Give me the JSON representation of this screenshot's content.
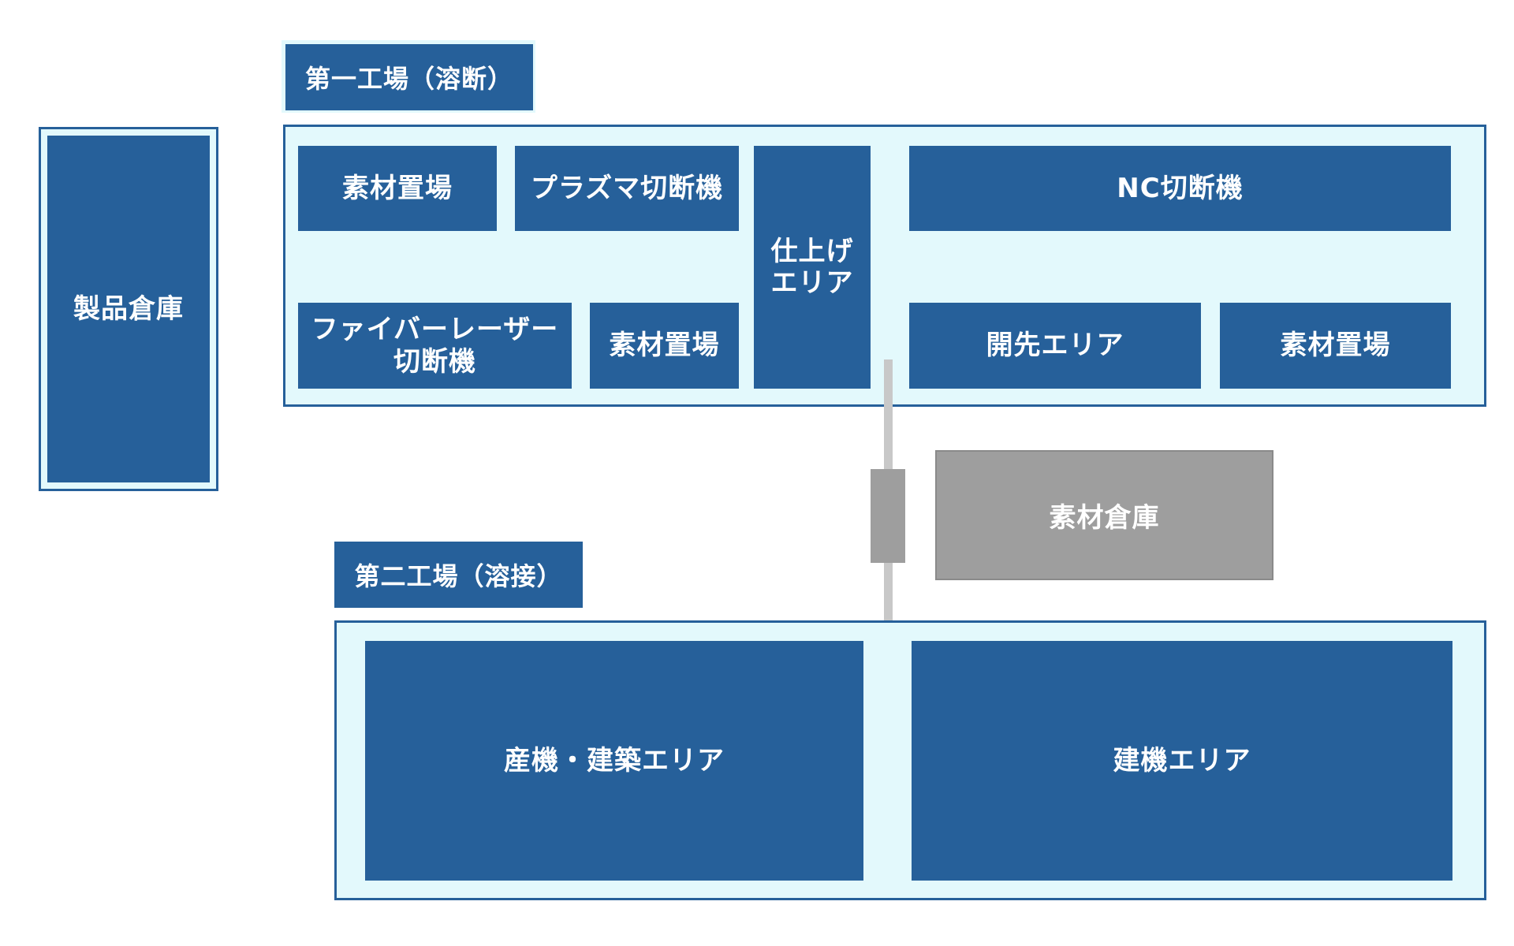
{
  "warehouse": {
    "label": "製品倉庫"
  },
  "factory1": {
    "title": "第一工場（溶断）",
    "areas": {
      "material_yard_1": "素材置場",
      "plasma_cutter": "プラズマ切断機",
      "finishing_area_line1": "仕上げ",
      "finishing_area_line2": "エリア",
      "nc_cutter": "NC切断機",
      "fiber_laser_line1": "ファイバーレーザー",
      "fiber_laser_line2": "切断機",
      "material_yard_2": "素材置場",
      "bevel_area": "開先エリア",
      "material_yard_3": "素材置場"
    }
  },
  "material_warehouse": {
    "label": "素材倉庫"
  },
  "factory2": {
    "title": "第二工場（溶接）",
    "areas": {
      "industrial_construction_area": "産機・建築エリア",
      "construction_machinery_area": "建機エリア"
    }
  },
  "colors": {
    "block": "#26609a",
    "frame_bg": "#e3f9fc",
    "path": "#c8c8c8",
    "gray_block": "#9e9e9e"
  }
}
